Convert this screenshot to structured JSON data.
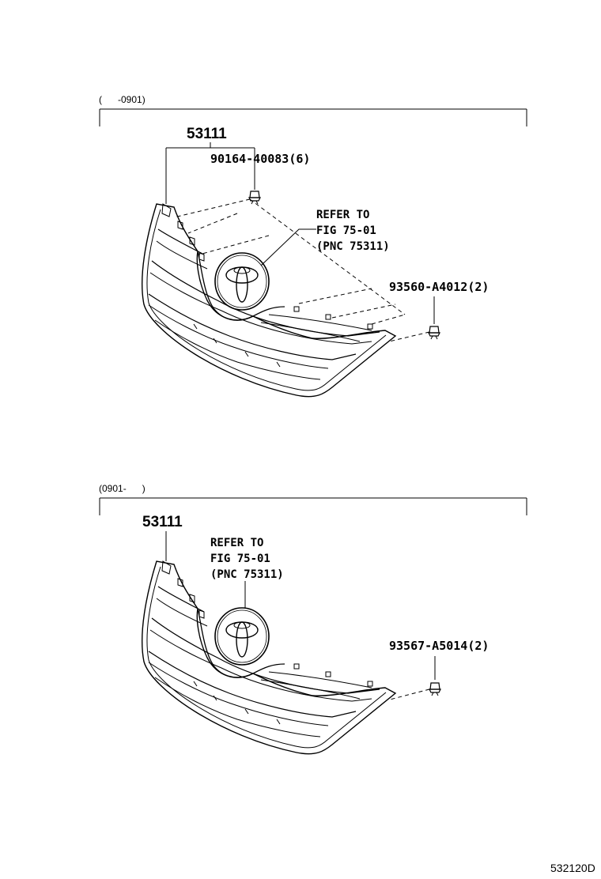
{
  "sections": [
    {
      "range": "(      -0901)",
      "main_part": "53111",
      "parts": [
        "90164-40083(6)",
        "93560-A4012(2)"
      ],
      "refer": {
        "line1": "REFER TO",
        "line2": "FIG 75-01",
        "line3": "(PNC 75311)"
      }
    },
    {
      "range": "(0901-      )",
      "main_part": "53111",
      "parts": [
        "93567-A5014(2)"
      ],
      "refer": {
        "line1": "REFER TO",
        "line2": "FIG 75-01",
        "line3": "(PNC 75311)"
      }
    }
  ],
  "figure_id": "532120D"
}
